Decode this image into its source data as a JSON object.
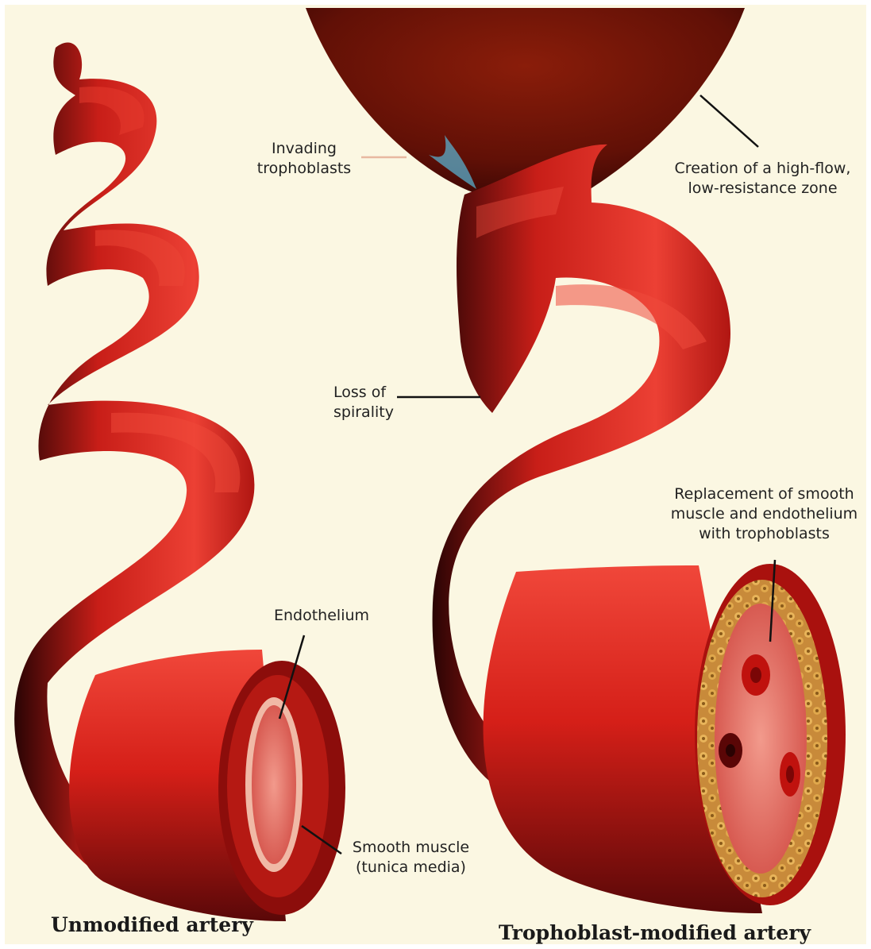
{
  "colors": {
    "background": "#fbf7e2",
    "artery_red": "#d8221c",
    "artery_dark": "#3a0606",
    "placenta": "#6e1408",
    "trophoblast": "#d9a04a",
    "lumen": "#e8716a"
  },
  "labels": {
    "invading_trophoblasts": "Invading\ntrophoblasts",
    "high_flow_zone": "Creation of a high-flow,\nlow-resistance zone",
    "loss_of_spirality": "Loss of\nspirality",
    "replacement": "Replacement of smooth\nmuscle and endothelium\nwith trophoblasts",
    "endothelium": "Endothelium",
    "smooth_muscle": "Smooth muscle\n(tunica media)"
  },
  "captions": {
    "unmodified": "Unmodified artery",
    "modified": "Trophoblast-modified artery"
  }
}
